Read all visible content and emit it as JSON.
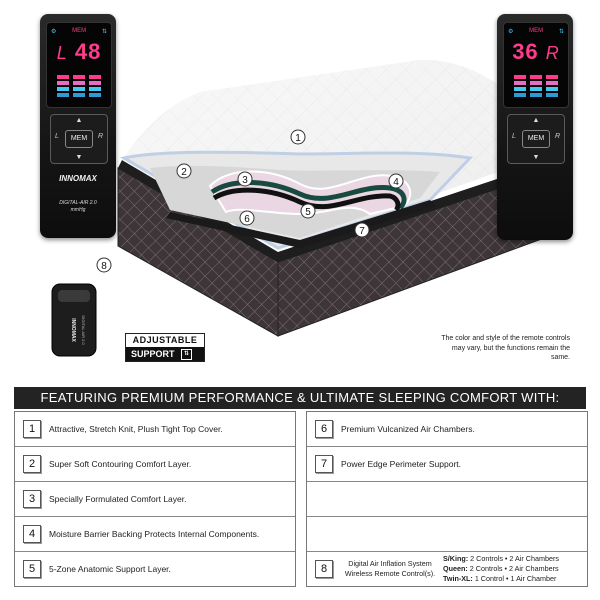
{
  "remotes": {
    "left": {
      "top_icon": "gear-icon",
      "mem_label": "MEM",
      "sync_icon": "sync-icon",
      "side": "L",
      "value": "48",
      "left_key": "L",
      "right_key": "R",
      "mem_key": "MEM",
      "brand": "INNOMAX",
      "model": "DIGITAL-AIR 2.0",
      "unit": "mmHg"
    },
    "right": {
      "top_icon": "gear-icon",
      "mem_label": "MEM",
      "sync_icon": "sync-icon",
      "side": "R",
      "value": "36",
      "left_key": "L",
      "right_key": "R",
      "mem_key": "MEM"
    },
    "wireless": {
      "brand": "INNOMAX",
      "model": "DIGITAL AIR 2.0"
    }
  },
  "callouts": [
    "1",
    "2",
    "3",
    "4",
    "5",
    "6",
    "7",
    "8"
  ],
  "adjustable": {
    "line1": "ADJUSTABLE",
    "line2": "SUPPORT"
  },
  "note": "The color and style of the remote controls may vary, but the functions remain the same.",
  "banner": "FEATURING PREMIUM PERFORMANCE & ULTIMATE SLEEPING COMFORT WITH:",
  "features_left": [
    {
      "num": "1",
      "text": "Attractive, Stretch Knit, Plush Tight Top Cover."
    },
    {
      "num": "2",
      "text": "Super Soft Contouring Comfort Layer."
    },
    {
      "num": "3",
      "text": "Specially Formulated Comfort Layer."
    },
    {
      "num": "4",
      "text": "Moisture Barrier Backing Protects Internal Components."
    },
    {
      "num": "5",
      "text": "5-Zone Anatomic Support Layer."
    }
  ],
  "features_right": [
    {
      "num": "6",
      "text": "Premium Vulcanized Air Chambers."
    },
    {
      "num": "7",
      "text": "Power Edge Perimeter Support."
    }
  ],
  "feature8": {
    "num": "8",
    "label_line1": "Digital Air Inflation System",
    "label_line2": "Wireless Remote Control(s).",
    "sizes": [
      {
        "size": "S/King:",
        "detail": "2 Controls • 2 Air Chambers"
      },
      {
        "size": "Queen:",
        "detail": "2 Controls • 2 Air Chambers"
      },
      {
        "size": "Twin-XL:",
        "detail": "1 Control • 1 Air Chamber"
      }
    ]
  },
  "colors": {
    "banner_bg": "#232323",
    "display_pink": "#ff3c8a",
    "display_blue": "#46c6f2",
    "mattress_border": "#3b3436"
  }
}
